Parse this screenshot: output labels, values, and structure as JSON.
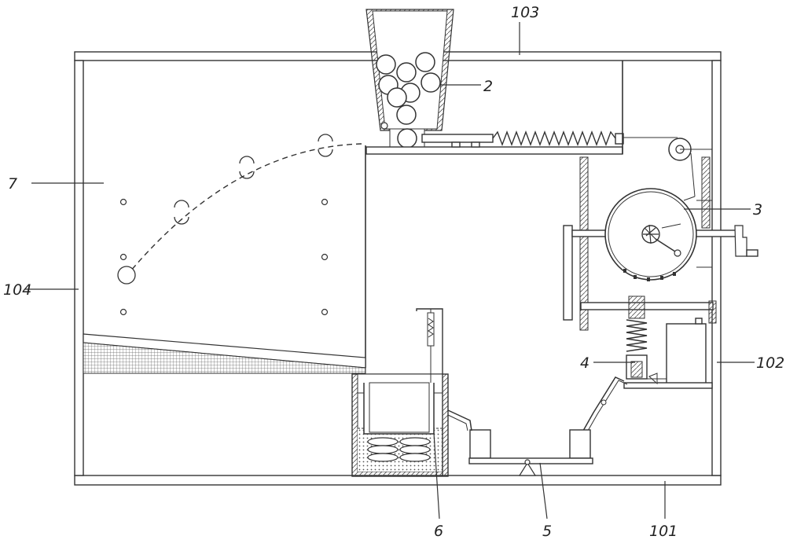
{
  "labels": {
    "l101": "101",
    "l102": "102",
    "l103": "103",
    "l104": "104",
    "l2": "2",
    "l3": "3",
    "l4": "4",
    "l5": "5",
    "l6": "6",
    "l7": "7"
  },
  "colors": {
    "line": "#333333",
    "background": "#ffffff"
  }
}
